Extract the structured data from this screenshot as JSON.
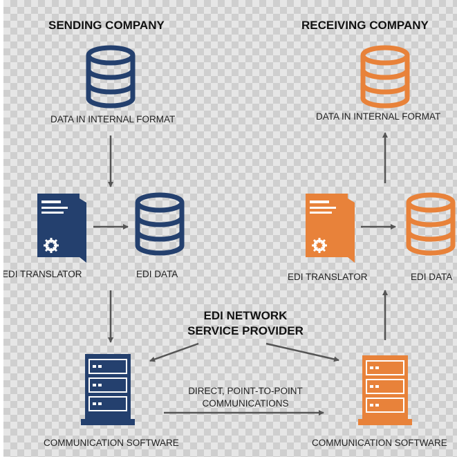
{
  "sending": {
    "title": "SENDING COMPANY",
    "data_internal": "DATA IN INTERNAL FORMAT",
    "translator": "EDI TRANSLATOR",
    "edi_data": "EDI DATA",
    "comm_software": "COMMUNICATION SOFTWARE"
  },
  "receiving": {
    "title": "RECEIVING COMPANY",
    "data_internal": "DATA IN INTERNAL FORMAT",
    "translator": "EDI TRANSLATOR",
    "edi_data": "EDI DATA",
    "comm_software": "COMMUNICATION SOFTWARE"
  },
  "provider": {
    "line1": "EDI NETWORK",
    "line2": "SERVICE PROVIDER"
  },
  "direct": {
    "line1": "DIRECT, POINT-TO-POINT",
    "line2": "COMMUNICATIONS"
  },
  "colors": {
    "sending": "#24406e",
    "receiving": "#e8823a",
    "arrow": "#555555"
  }
}
